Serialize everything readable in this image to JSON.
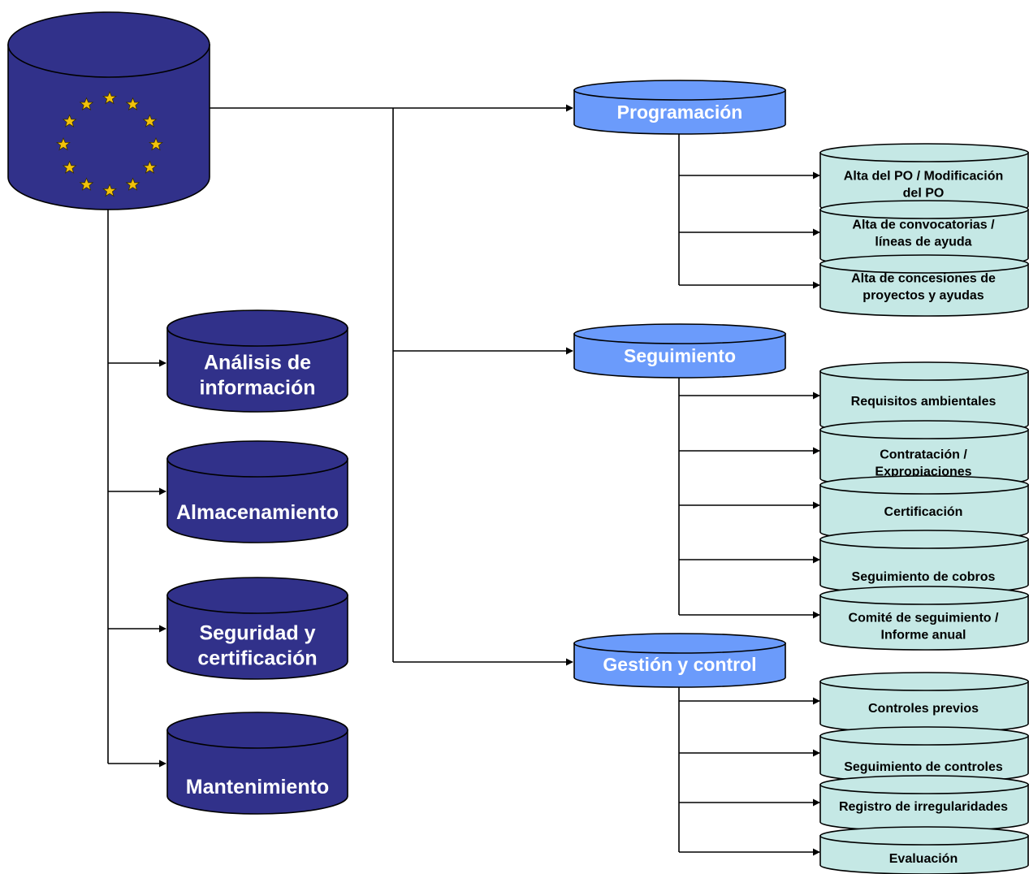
{
  "root": {
    "logo": "eu-stars-circle-icon",
    "colors": {
      "fill": "#31318a",
      "star": "#f2c20b"
    }
  },
  "left_nodes": [
    {
      "label": [
        "Análisis de",
        "información"
      ]
    },
    {
      "label": [
        "Almacenamiento"
      ]
    },
    {
      "label": [
        "Seguridad y",
        "certificación"
      ]
    },
    {
      "label": [
        "Mantenimiento"
      ]
    }
  ],
  "branches": [
    {
      "label": "Programación",
      "children": [
        {
          "label": [
            "Alta del PO / Modificación",
            "del PO"
          ]
        },
        {
          "label": [
            "Alta de convocatorias /",
            "líneas de ayuda"
          ]
        },
        {
          "label": [
            "Alta de concesiones de",
            "proyectos y ayudas"
          ]
        }
      ]
    },
    {
      "label": "Seguimiento",
      "children": [
        {
          "label": [
            "Requisitos ambientales"
          ]
        },
        {
          "label": [
            "Contratación /",
            "Expropiaciones"
          ]
        },
        {
          "label": [
            "Certificación"
          ]
        },
        {
          "label": [
            "Seguimiento de cobros"
          ]
        },
        {
          "label": [
            "Comité de seguimiento /",
            "Informe anual"
          ]
        }
      ]
    },
    {
      "label": "Gestión y control",
      "children": [
        {
          "label": [
            "Controles previos"
          ]
        },
        {
          "label": [
            "Seguimiento de controles"
          ]
        },
        {
          "label": [
            "Registro de irregularidades"
          ]
        },
        {
          "label": [
            "Evaluación"
          ]
        }
      ]
    }
  ],
  "colors": {
    "dark": "#31318a",
    "mid": "#6b9bfb",
    "light": "#c5e8e5",
    "line": "#000000"
  }
}
